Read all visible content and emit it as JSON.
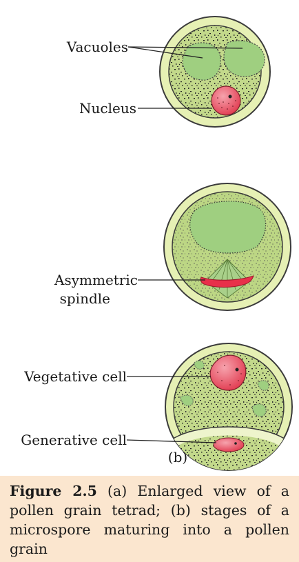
{
  "labels": {
    "vacuoles": "Vacuoles",
    "nucleus": "Nucleus",
    "asymmetric_line1": "Asymmetric",
    "asymmetric_line2": "spindle",
    "vegetative_cell": "Vegetative cell",
    "generative_cell": "Generative cell",
    "part_b": "(b)"
  },
  "caption": {
    "figure_number": "Figure 2.5",
    "text": " (a) Enlarged view of a pollen grain tetrad; (b) stages of a microspore maturing into a pollen grain"
  },
  "colors": {
    "exine": "#e6f0b4",
    "cytoplasm": "#b9d27d",
    "vacuole": "#9fcf80",
    "nucleus": "#e8485a",
    "caption_bg": "#fbe6cf"
  }
}
